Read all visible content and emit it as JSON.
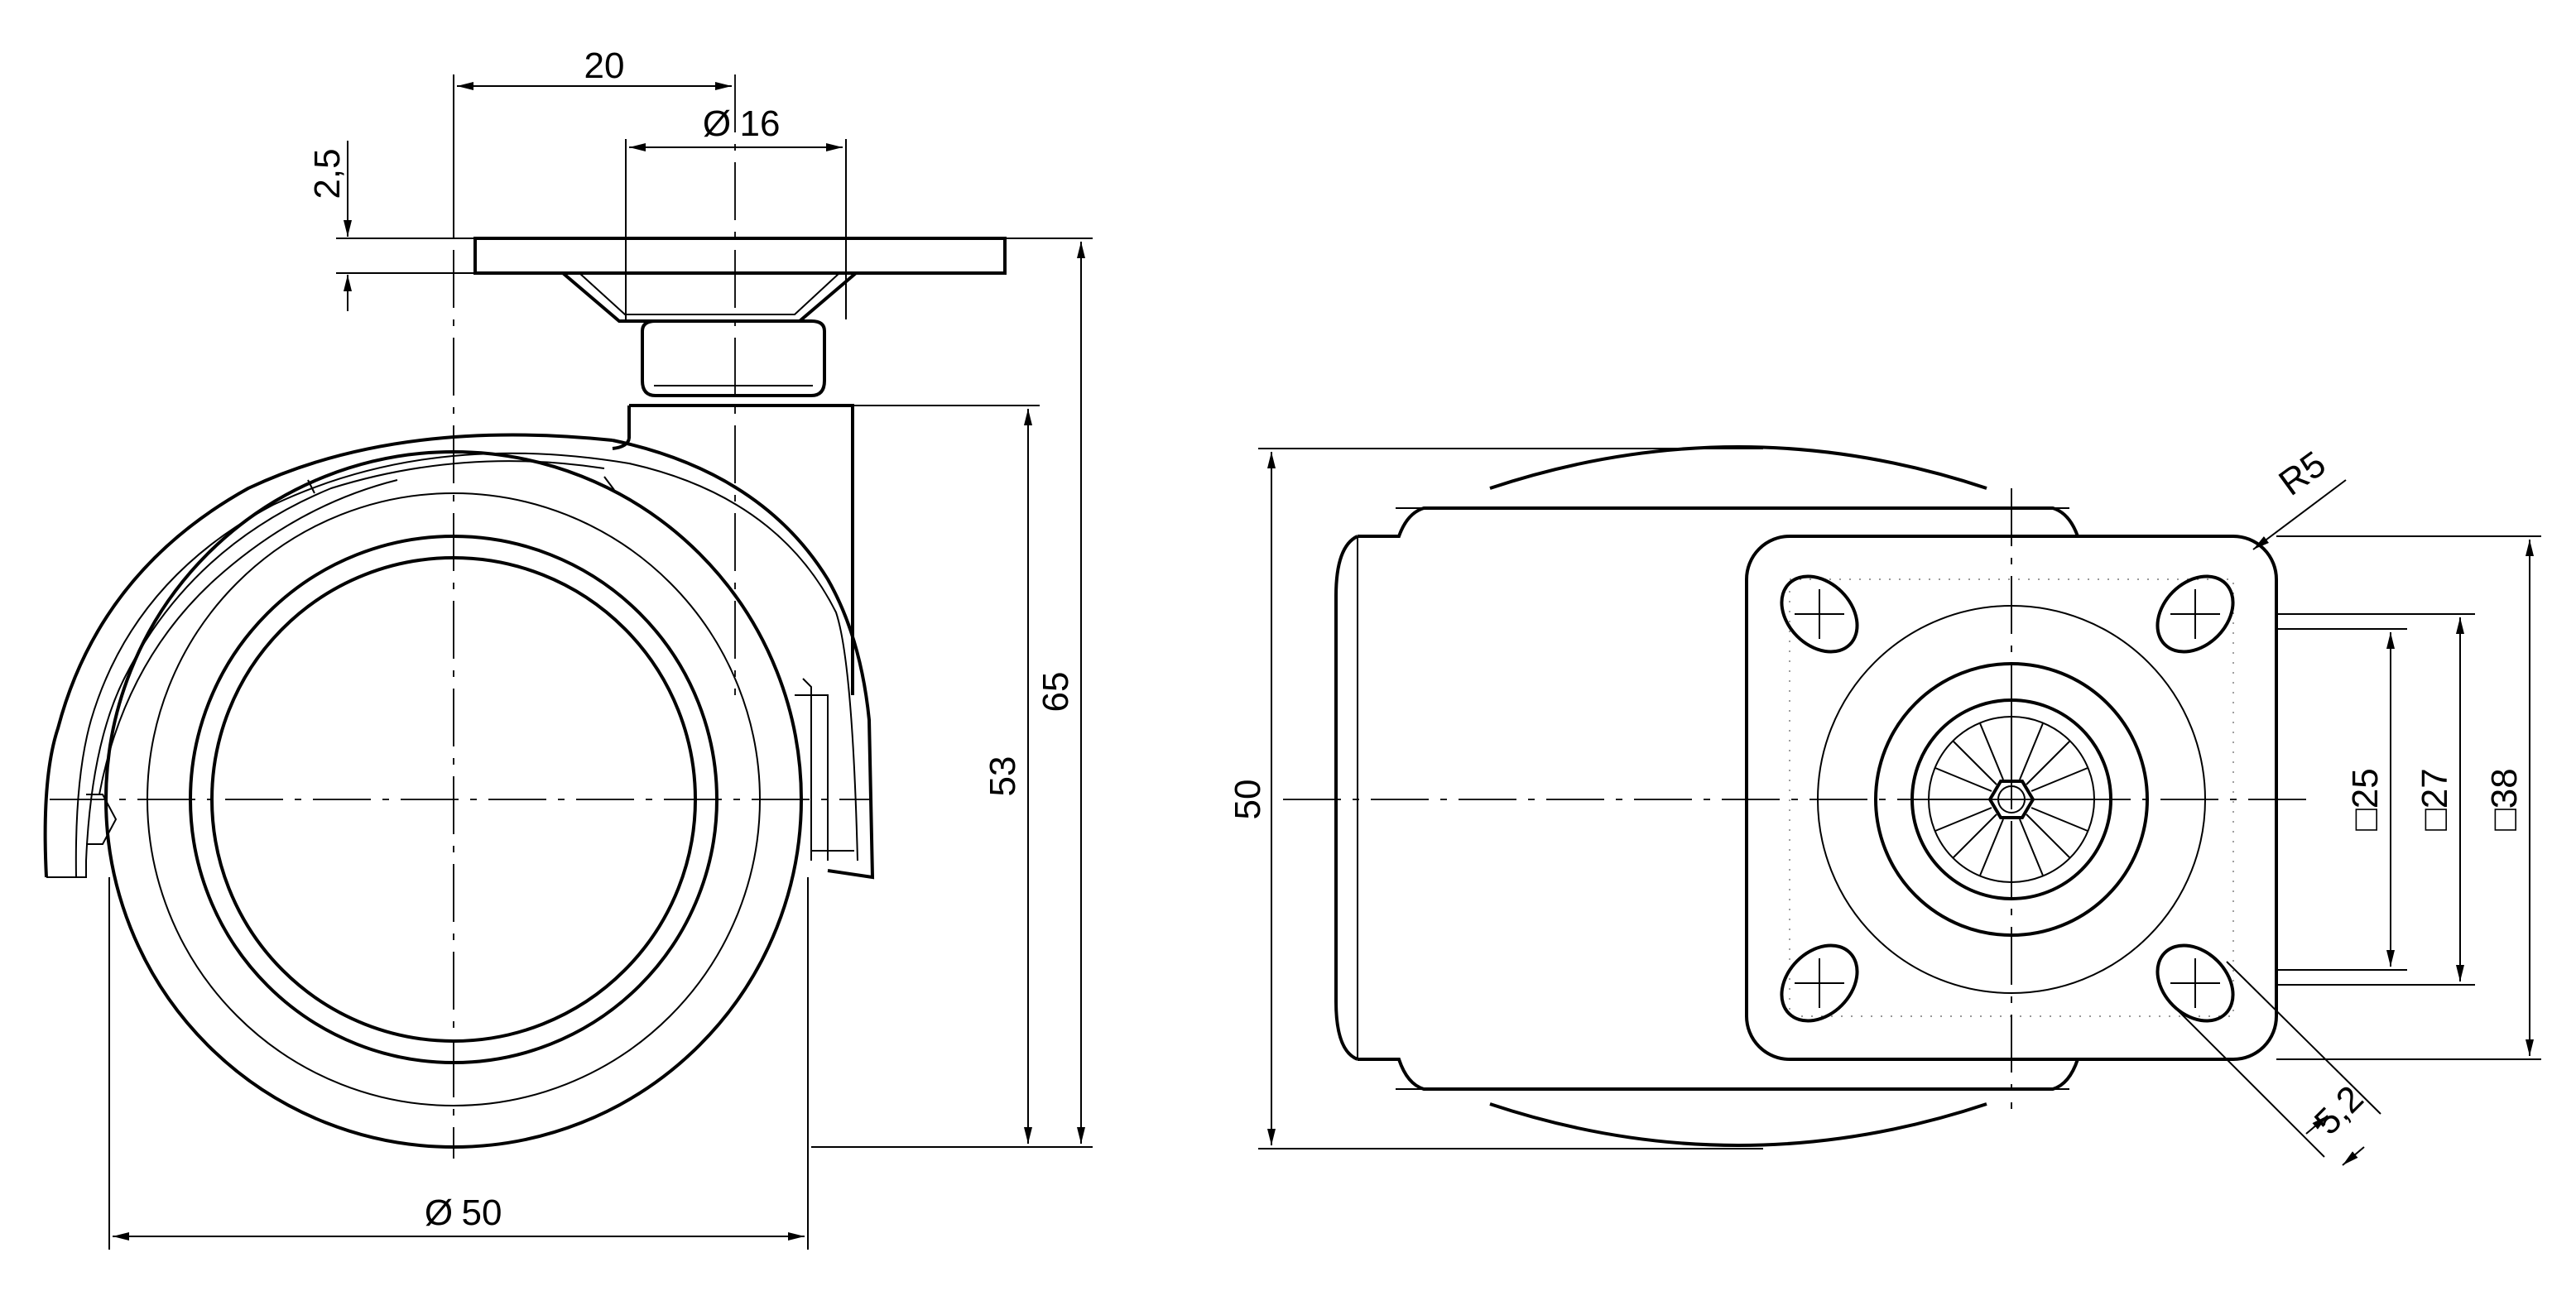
{
  "side_view": {
    "dim_offset": "20",
    "dim_stem_diameter": "16",
    "dim_plate_thickness": "2,5",
    "dim_total_height": "65",
    "dim_wheel_height": "53",
    "dim_wheel_diameter": "50",
    "diameter_symbol": "Ø"
  },
  "top_view": {
    "dim_radius": "R5",
    "dim_width": "50",
    "dim_square_25": "□25",
    "dim_square_27": "□27",
    "dim_square_38": "□38",
    "dim_hole": "5,2"
  }
}
